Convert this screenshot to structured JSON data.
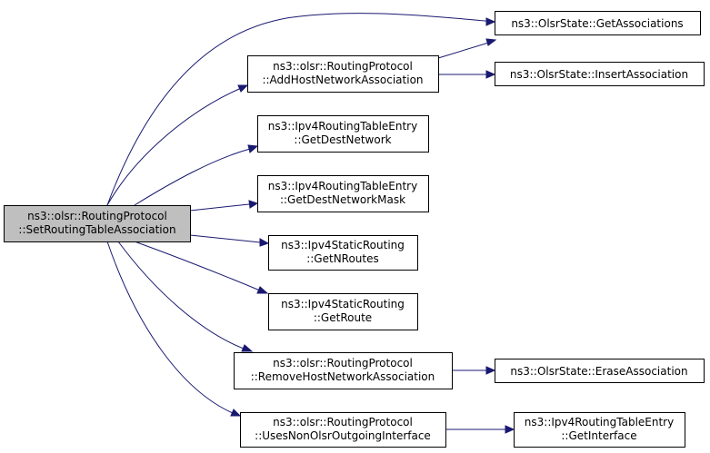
{
  "nodes": {
    "set_routing_table_association": {
      "lines": [
        "ns3::olsr::RoutingProtocol",
        "::SetRoutingTableAssociation"
      ]
    },
    "get_associations": {
      "lines": [
        "ns3::OlsrState::GetAssociations"
      ]
    },
    "add_host_network_association": {
      "lines": [
        "ns3::olsr::RoutingProtocol",
        "::AddHostNetworkAssociation"
      ]
    },
    "insert_association": {
      "lines": [
        "ns3::OlsrState::InsertAssociation"
      ]
    },
    "get_dest_network": {
      "lines": [
        "ns3::Ipv4RoutingTableEntry",
        "::GetDestNetwork"
      ]
    },
    "get_dest_network_mask": {
      "lines": [
        "ns3::Ipv4RoutingTableEntry",
        "::GetDestNetworkMask"
      ]
    },
    "get_n_routes": {
      "lines": [
        "ns3::Ipv4StaticRouting",
        "::GetNRoutes"
      ]
    },
    "get_route": {
      "lines": [
        "ns3::Ipv4StaticRouting",
        "::GetRoute"
      ]
    },
    "remove_host_network_association": {
      "lines": [
        "ns3::olsr::RoutingProtocol",
        "::RemoveHostNetworkAssociation"
      ]
    },
    "erase_association": {
      "lines": [
        "ns3::OlsrState::EraseAssociation"
      ]
    },
    "uses_non_olsr_outgoing_interface": {
      "lines": [
        "ns3::olsr::RoutingProtocol",
        "::UsesNonOlsrOutgoingInterface"
      ]
    },
    "get_interface": {
      "lines": [
        "ns3::Ipv4RoutingTableEntry",
        "::GetInterface"
      ]
    }
  },
  "edges": [
    {
      "from": "set_routing_table_association",
      "to": "get_associations"
    },
    {
      "from": "set_routing_table_association",
      "to": "add_host_network_association"
    },
    {
      "from": "add_host_network_association",
      "to": "get_associations"
    },
    {
      "from": "add_host_network_association",
      "to": "insert_association"
    },
    {
      "from": "set_routing_table_association",
      "to": "get_dest_network"
    },
    {
      "from": "set_routing_table_association",
      "to": "get_dest_network_mask"
    },
    {
      "from": "set_routing_table_association",
      "to": "get_n_routes"
    },
    {
      "from": "set_routing_table_association",
      "to": "get_route"
    },
    {
      "from": "set_routing_table_association",
      "to": "remove_host_network_association"
    },
    {
      "from": "remove_host_network_association",
      "to": "erase_association"
    },
    {
      "from": "set_routing_table_association",
      "to": "uses_non_olsr_outgoing_interface"
    },
    {
      "from": "uses_non_olsr_outgoing_interface",
      "to": "get_interface"
    }
  ],
  "colors": {
    "edge": "#191970",
    "root_fill": "#bfbfbf",
    "node_fill": "#ffffff",
    "border": "#000000"
  }
}
